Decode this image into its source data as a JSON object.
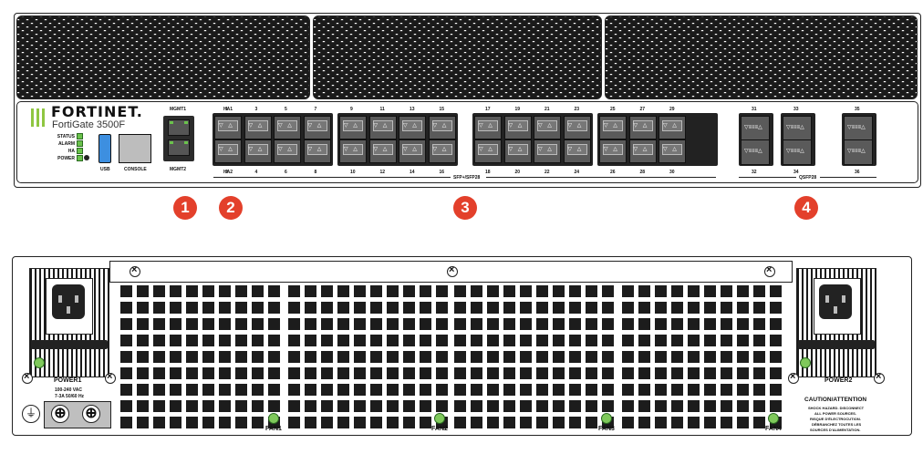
{
  "front": {
    "brand": "FORTINET.",
    "model": "FortiGate 3500F",
    "leds": [
      "STATUS",
      "ALARM",
      "HA",
      "POWER"
    ],
    "usb_label": "USB",
    "console_label": "CONSOLE",
    "mgmt1_label": "MGMT1",
    "mgmt2_label": "MGMT2",
    "ha1_label": "HA1",
    "ha2_label": "HA2",
    "sfp_top_labels": [
      "1",
      "3",
      "5",
      "7",
      "9",
      "11",
      "13",
      "15",
      "17",
      "19",
      "21",
      "23",
      "25",
      "27",
      "29"
    ],
    "sfp_bottom_labels": [
      "2",
      "4",
      "6",
      "8",
      "10",
      "12",
      "14",
      "16",
      "18",
      "20",
      "22",
      "24",
      "26",
      "28",
      "30"
    ],
    "qsfp_top_labels": [
      "31",
      "33",
      "35"
    ],
    "qsfp_bottom_labels": [
      "32",
      "34",
      "36"
    ],
    "sfp_group_label": "SFP+/SFP28",
    "qsfp_group_label": "QSFP28",
    "callouts": [
      "1",
      "2",
      "3",
      "4"
    ]
  },
  "rear": {
    "power1_label": "POWER1",
    "power2_label": "POWER2",
    "voltage_line1": "100-240 VAC",
    "voltage_line2": "7-3A    50/60 Hz",
    "fan_labels": [
      "FAN1",
      "FAN2",
      "FAN3",
      "FAN4"
    ],
    "caution_title": "CAUTION/ATTENTION",
    "caution_lines": [
      "SHOCK HAZARD. DISCONNECT",
      "ALL POWER SOURCES.",
      "RISQUE D'ÉLECTROCUTION.",
      "DÉBRANCHEZ TOUTES LES",
      "SOURCES D'ALIMENTATION."
    ]
  },
  "colors": {
    "led_green": "#6ac24b",
    "callout_red": "#e3402b",
    "logo_green": "#8fc641"
  }
}
